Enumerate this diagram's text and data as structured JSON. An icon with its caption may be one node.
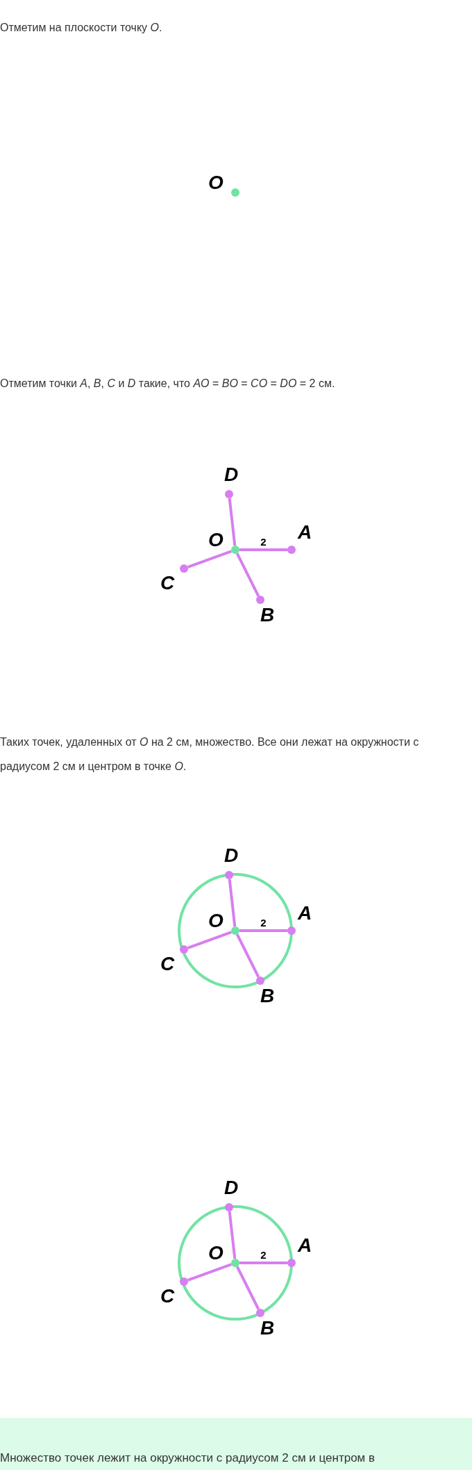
{
  "diagram": {
    "nodes": [
      {
        "text": [],
        "shape": "circle",
        "beside": [
          "O"
        ]
      },
      {
        "text": [],
        "shape": "circle",
        "beside": [
          "O"
        ]
      },
      {
        "text": [],
        "shape": "circle",
        "beside": [
          "A"
        ]
      },
      {
        "text": [],
        "shape": "circle",
        "beside": [
          "B"
        ]
      },
      {
        "text": [],
        "shape": "circle",
        "beside": [
          "C"
        ]
      },
      {
        "text": [],
        "shape": "circle",
        "beside": [
          "D"
        ]
      },
      {
        "text": [],
        "shape": "circle"
      },
      {
        "text": [],
        "shape": "circle",
        "beside": [
          "O"
        ],
        "in": 6
      },
      {
        "text": [],
        "shape": "circle",
        "beside": [
          "A"
        ],
        "in": 6
      },
      {
        "text": [],
        "shape": "circle",
        "beside": [
          "B"
        ],
        "in": 6
      },
      {
        "text": [],
        "shape": "circle",
        "beside": [
          "C"
        ],
        "in": 6
      },
      {
        "text": [],
        "shape": "circle",
        "beside": [
          "D"
        ],
        "in": 6
      },
      {
        "text": [],
        "shape": "circle"
      },
      {
        "text": [],
        "shape": "circle",
        "beside": [
          "O"
        ],
        "in": 12
      },
      {
        "text": [],
        "shape": "circle",
        "beside": [
          "A"
        ],
        "in": 12
      },
      {
        "text": [],
        "shape": "circle",
        "beside": [
          "B"
        ],
        "in": 12
      },
      {
        "text": [],
        "shape": "circle",
        "beside": [
          "C"
        ],
        "in": 12
      },
      {
        "text": [],
        "shape": "circle",
        "beside": [
          "D"
        ],
        "in": 12
      }
    ],
    "edges": [
      {
        "from": 1,
        "to": 2,
        "arrow": "none",
        "label": "2"
      },
      {
        "from": 1,
        "to": 3,
        "arrow": "none"
      },
      {
        "from": 1,
        "to": 4,
        "arrow": "none"
      },
      {
        "from": 1,
        "to": 5,
        "arrow": "none"
      },
      {
        "from": 7,
        "to": 8,
        "arrow": "none",
        "label": "2"
      },
      {
        "from": 7,
        "to": 9,
        "arrow": "none"
      },
      {
        "from": 7,
        "to": 10,
        "arrow": "none"
      },
      {
        "from": 7,
        "to": 11,
        "arrow": "none"
      },
      {
        "from": 13,
        "to": 14,
        "arrow": "none",
        "label": "2"
      },
      {
        "from": 13,
        "to": 15,
        "arrow": "none"
      },
      {
        "from": 13,
        "to": 16,
        "arrow": "none"
      },
      {
        "from": 13,
        "to": 17,
        "arrow": "none"
      }
    ],
    "labels": [
      "Отметим на плоскости точку *O*.",
      "Отметим точки *A*, *B*, *C* и *D* такие, что *AO* = *BO* = *CO* = *DO* = 2 см.",
      "Таких точек, удаленных от *O* на 2 см, множество. Все они лежат на окружности с радиусом 2 см и центром в точке *O*.",
      "Множество точек лежит на окружности с радиусом 2 см и центром в"
    ]
  }
}
